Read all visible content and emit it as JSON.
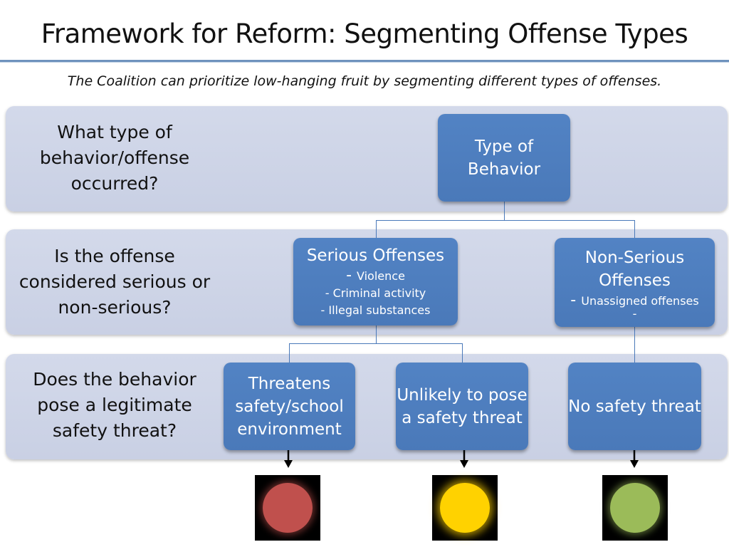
{
  "title": "Framework for Reform: Segmenting Offense Types",
  "subtitle": "The Coalition can prioritize low-hanging fruit by segmenting different types of offenses.",
  "rows": [
    {
      "question": "What type of behavior/offense occurred?"
    },
    {
      "question": "Is the offense considered serious or non-serious?"
    },
    {
      "question": "Does the behavior pose a legitimate safety threat?"
    }
  ],
  "nodes": {
    "type_of_behavior": "Type of Behavior",
    "serious": {
      "heading": "Serious Offenses",
      "items": [
        "Violence",
        "Criminal activity",
        "Illegal substances"
      ]
    },
    "non_serious": {
      "heading": "Non-Serious Offenses",
      "items": [
        "Unassigned offenses",
        ""
      ]
    },
    "threatens": "Threatens safety/school environment",
    "unlikely": "Unlikely to pose a safety threat",
    "no_threat": "No safety threat"
  },
  "lights": {
    "red": "#c0504d",
    "yellow": "#ffd200",
    "green": "#9bbb59"
  },
  "colors": {
    "node": "#4f81bd",
    "band": "#cfd5e8",
    "rule": "#6f93bd"
  }
}
